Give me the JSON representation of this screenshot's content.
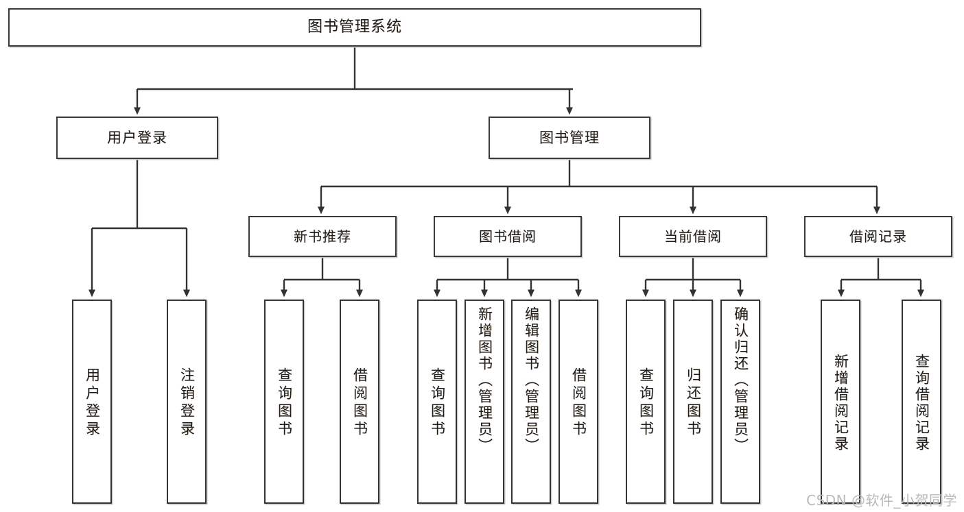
{
  "diagram": {
    "type": "hierarchy-tree",
    "title": "图书管理系统",
    "root": {
      "label": "图书管理系统"
    },
    "tier2": [
      {
        "label": "用户登录"
      },
      {
        "label": "图书管理"
      }
    ],
    "tier3": [
      {
        "label": "新书推荐"
      },
      {
        "label": "图书借阅"
      },
      {
        "label": "当前借阅"
      },
      {
        "label": "借阅记录"
      }
    ],
    "leaves": {
      "user_login": [
        {
          "label": "用户登录"
        },
        {
          "label": "注销登录"
        }
      ],
      "new_book_recommend": [
        {
          "label": "查询图书"
        },
        {
          "label": "借阅图书"
        }
      ],
      "book_borrow": [
        {
          "label": "查询图书"
        },
        {
          "label": "新增图书（管理员）"
        },
        {
          "label": "编辑图书（管理员）"
        },
        {
          "label": "借阅图书"
        }
      ],
      "current_borrow": [
        {
          "label": "查询图书"
        },
        {
          "label": "归还图书"
        },
        {
          "label": "确认归还（管理员）"
        }
      ],
      "borrow_record": [
        {
          "label": "新增借阅记录"
        },
        {
          "label": "查询借阅记录"
        }
      ]
    }
  },
  "watermark": {
    "text": "CSDN @软件_小贺同学"
  },
  "colors": {
    "box_border": "#333333",
    "line": "#333333",
    "text": "#1d1d1d",
    "background": "#ffffff",
    "watermark": "#b9b9b9"
  }
}
